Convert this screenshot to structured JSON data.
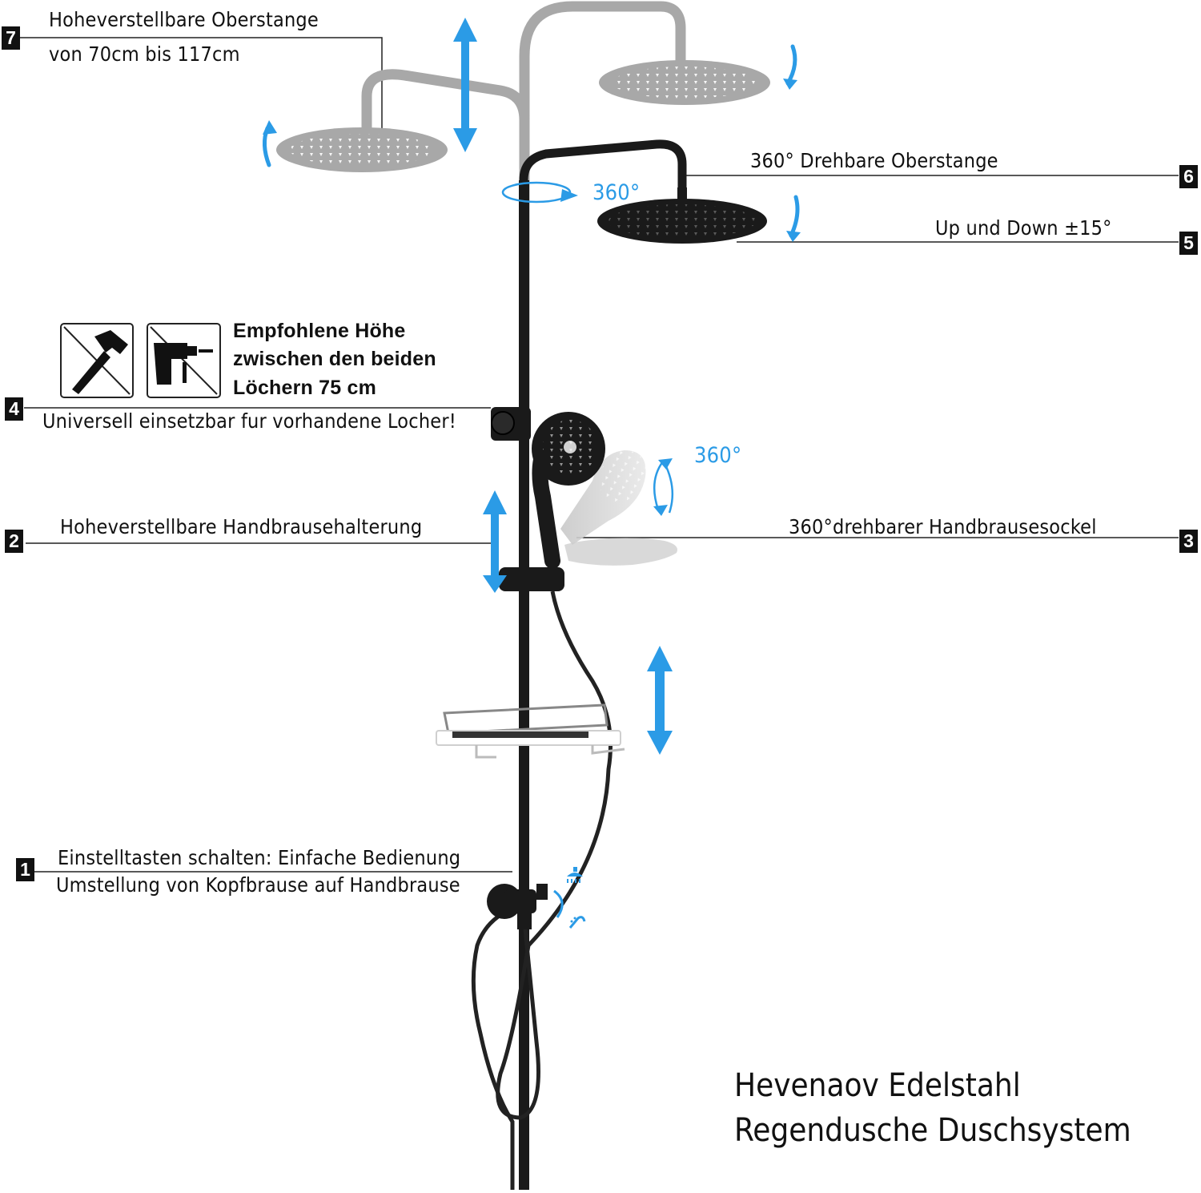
{
  "callouts": [
    {
      "number": "7",
      "lines": [
        "Hoheverstellbare Oberstange",
        "von 70cm bis 117cm"
      ]
    },
    {
      "number": "6",
      "lines": [
        "360° Drehbare Oberstange"
      ]
    },
    {
      "number": "5",
      "lines": [
        "Up und Down ±15°"
      ]
    },
    {
      "number": "4",
      "lines": [
        "Universell einsetzbar fur vorhandene Locher!"
      ]
    },
    {
      "number": "3",
      "lines": [
        "360°drehbarer Handbrausesockel"
      ]
    },
    {
      "number": "2",
      "lines": [
        "Hoheverstellbare Handbrausehalterung"
      ]
    },
    {
      "number": "1",
      "lines": [
        "Einstelltasten schalten: Einfache Bedienung",
        "Umstellung von Kopfbrause auf Handbrause"
      ]
    }
  ],
  "recommendation": [
    "Empfohlene Höhe",
    "zwischen den beiden",
    "Löchern 75 cm"
  ],
  "rotation_labels": {
    "top_bar": "360°",
    "hand_shower": "360°"
  },
  "title": [
    "Hevenaov Edelstahl",
    "Regendusche Duschsystem"
  ],
  "colors": {
    "accent_blue": "#2b9be6",
    "rail_black": "#1a1a1a",
    "ghost_gray": "#a8a8a8",
    "text": "#111111"
  },
  "icons": [
    "no-hammer-icon",
    "no-drill-icon",
    "rain-shower-icon",
    "hand-shower-icon"
  ]
}
